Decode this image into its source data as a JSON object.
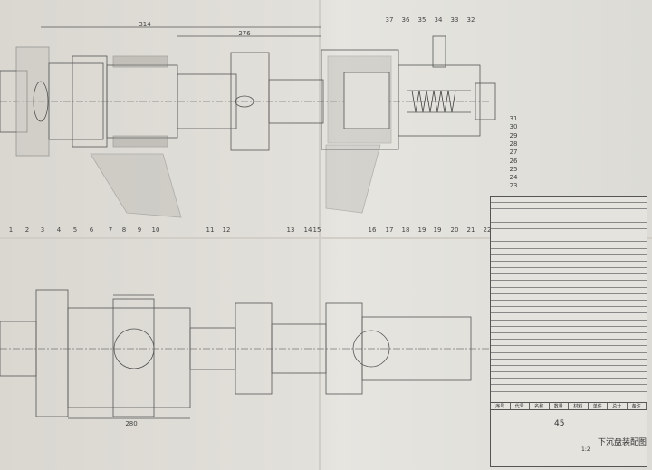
{
  "drawing": {
    "title": "下沉盘装配图",
    "part_code": "45",
    "scale": "1:2",
    "parts_header": [
      "序号",
      "代号",
      "名称",
      "数量",
      "材料",
      "单件",
      "总计",
      "备注"
    ],
    "bottom_balloons": [
      "1",
      "2",
      "3",
      "4",
      "5",
      "6",
      "7",
      "8",
      "9",
      "10",
      "11",
      "12",
      "13",
      "14",
      "15",
      "16",
      "17",
      "18",
      "19",
      "19",
      "20",
      "21",
      "22"
    ],
    "top_balloons": [
      "37",
      "36",
      "35",
      "34",
      "33",
      "32"
    ],
    "right_balloons": [
      "31",
      "30",
      "29",
      "28",
      "27",
      "26",
      "25",
      "24",
      "23"
    ],
    "dimensions": [
      "314",
      "276",
      "280"
    ]
  }
}
